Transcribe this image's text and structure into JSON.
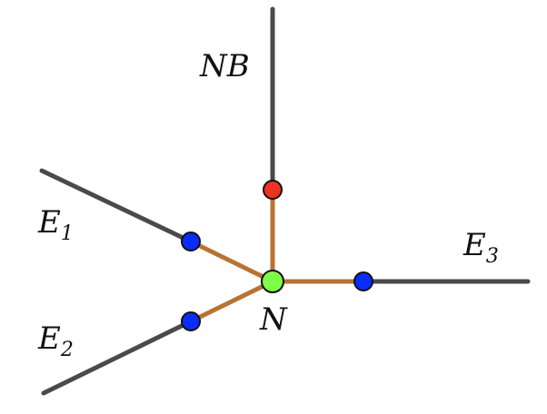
{
  "colors": {
    "outer_edge": "#4a4a4a",
    "inner_edge": "#b87333",
    "node_blue": "#0a2cff",
    "node_red": "#ee3322",
    "node_green": "#7dff4a",
    "stroke": "#111111"
  },
  "labels": {
    "nb": "NB",
    "e1_main": "E",
    "e1_sub": "1",
    "e2_main": "E",
    "e2_sub": "2",
    "e3_main": "E",
    "e3_sub": "3",
    "n": "N"
  }
}
